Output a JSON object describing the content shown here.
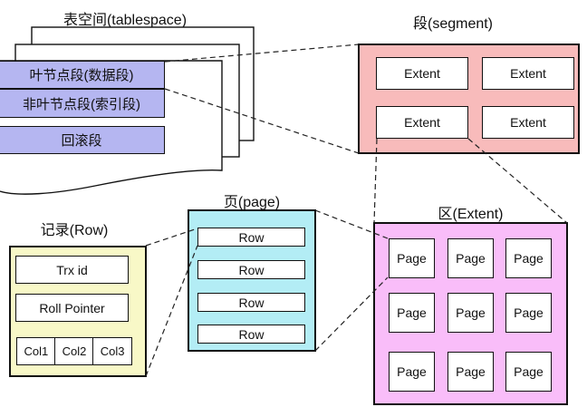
{
  "colors": {
    "tablespace_bar": "#b5b6f1",
    "segment_box": "#f8bbbb",
    "page_box": "#b3edf5",
    "record_box": "#f8f8c7",
    "extent_box": "#f9bdf9",
    "outline": "#111111",
    "background": "#ffffff"
  },
  "tablespace": {
    "title": "表空间(tablespace)",
    "segments": [
      "叶节点段(数据段)",
      "非叶节点段(索引段)",
      "回滚段"
    ]
  },
  "segment": {
    "title": "段(segment)",
    "extents": [
      "Extent",
      "Extent",
      "Extent",
      "Extent"
    ]
  },
  "page": {
    "title": "页(page)",
    "rows": [
      "Row",
      "Row",
      "Row",
      "Row"
    ]
  },
  "record": {
    "title": "记录(Row)",
    "fields": [
      "Trx id",
      "Roll Pointer"
    ],
    "columns": [
      "Col1",
      "Col2",
      "Col3"
    ]
  },
  "extent": {
    "title": "区(Extent)",
    "pages": [
      "Page",
      "Page",
      "Page",
      "Page",
      "Page",
      "Page",
      "Page",
      "Page",
      "Page"
    ]
  }
}
